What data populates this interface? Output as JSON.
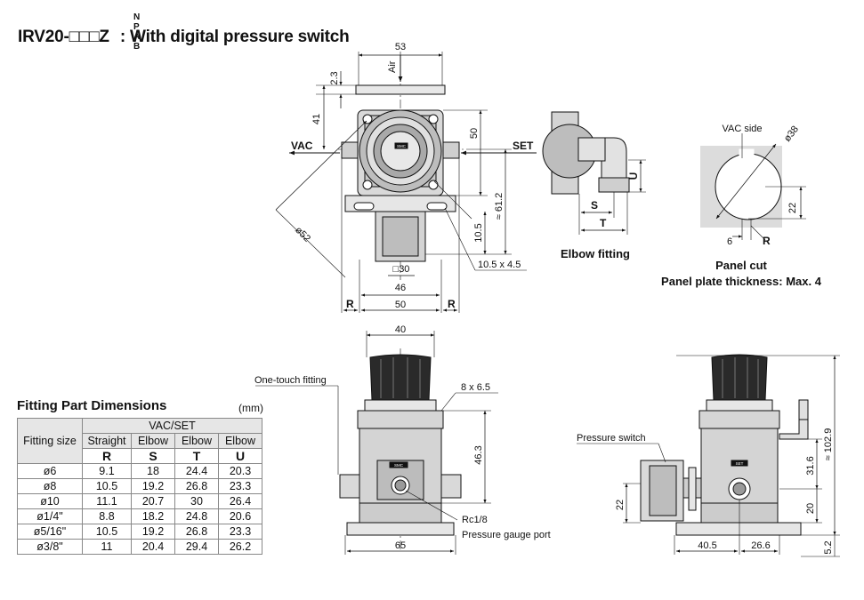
{
  "title": {
    "model": "IRV20-□□□Z",
    "suffix_options": [
      "N",
      "P",
      "A",
      "B"
    ],
    "description": ": With digital pressure switch"
  },
  "top_view": {
    "dim_width_top": "53",
    "air_label": "Air",
    "dim_23": "2.3",
    "dim_41": "41",
    "dim_50_vertical": "50",
    "vac_label": "VAC",
    "set_label": "SET",
    "dim_612": "≈ 61.2",
    "dim_105": "10.5",
    "dim_o52": "ø52",
    "dim_square30": "□30",
    "dim_46": "46",
    "dim_50_bottom": "50",
    "r_left": "R",
    "r_right": "R",
    "slot_dim": "10.5 x 4.5",
    "badge_text": "SMC"
  },
  "elbow_view": {
    "u_label": "U",
    "s_label": "S",
    "t_label": "T",
    "caption": "Elbow fitting"
  },
  "panel_cut": {
    "vac_side": "VAC side",
    "dim_o38": "ø38",
    "dim_22": "22",
    "dim_6": "6",
    "r_label": "R",
    "caption": "Panel cut",
    "note": "Panel plate thickness: Max. 4"
  },
  "front_view": {
    "dim_40": "40",
    "one_touch": "One-touch fitting",
    "holes": "8 x 6.5",
    "dim_463": "46.3",
    "rc18": "Rc1/8",
    "gauge_port": "Pressure gauge port",
    "dim_65": "65",
    "badge_text": "SMC"
  },
  "side_view": {
    "pressure_switch": "Pressure switch",
    "dim_1029": "≈ 102.9",
    "dim_316": "31.6",
    "dim_20": "20",
    "dim_22": "22",
    "dim_52": "5.2",
    "dim_405": "40.5",
    "dim_266": "26.6",
    "badge_text": "SET"
  },
  "fitting_table": {
    "title": "Fitting Part Dimensions",
    "unit": "(mm)",
    "col_group": "VAC/SET",
    "row_header": "Fitting size",
    "col_types": [
      "Straight",
      "Elbow",
      "Elbow",
      "Elbow"
    ],
    "col_letters": [
      "R",
      "S",
      "T",
      "U"
    ],
    "rows": [
      {
        "size": "ø6",
        "values": [
          "9.1",
          "18",
          "24.4",
          "20.3"
        ]
      },
      {
        "size": "ø8",
        "values": [
          "10.5",
          "19.2",
          "26.8",
          "23.3"
        ]
      },
      {
        "size": "ø10",
        "values": [
          "11.1",
          "20.7",
          "30",
          "26.4"
        ]
      },
      {
        "size": "ø1/4\"",
        "values": [
          "8.8",
          "18.2",
          "24.8",
          "20.6"
        ]
      },
      {
        "size": "ø5/16\"",
        "values": [
          "10.5",
          "19.2",
          "26.8",
          "23.3"
        ]
      },
      {
        "size": "ø3/8\"",
        "values": [
          "11",
          "20.4",
          "29.4",
          "26.2"
        ]
      }
    ]
  }
}
